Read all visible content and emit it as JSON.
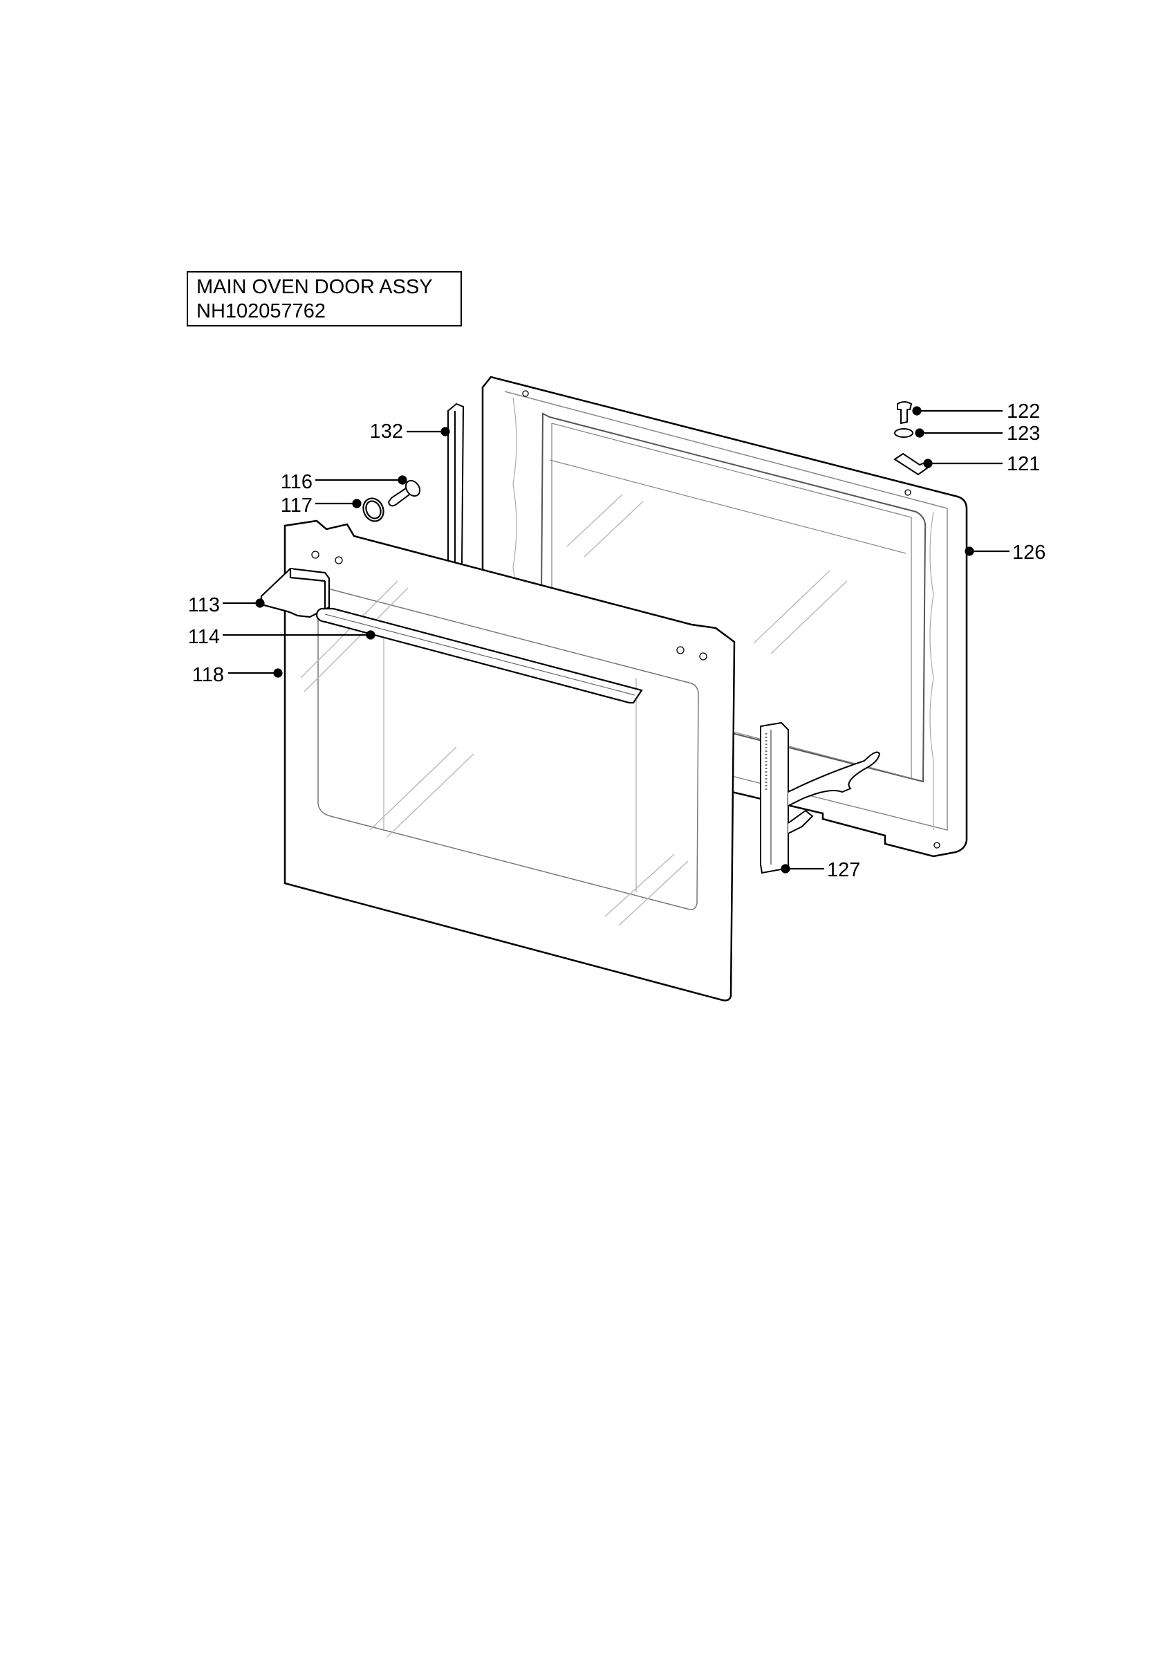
{
  "title": {
    "line1": "MAIN OVEN DOOR ASSY",
    "line2": "NH102057762"
  },
  "callouts": [
    {
      "label": "132",
      "part": "door-seal-strip"
    },
    {
      "label": "116",
      "part": "screw"
    },
    {
      "label": "117",
      "part": "washer"
    },
    {
      "label": "113",
      "part": "handle-bracket"
    },
    {
      "label": "114",
      "part": "door-handle"
    },
    {
      "label": "118",
      "part": "outer-door-glass"
    },
    {
      "label": "122",
      "part": "pin"
    },
    {
      "label": "123",
      "part": "o-ring"
    },
    {
      "label": "121",
      "part": "clip"
    },
    {
      "label": "126",
      "part": "inner-door-frame"
    },
    {
      "label": "127",
      "part": "door-hinge"
    }
  ]
}
